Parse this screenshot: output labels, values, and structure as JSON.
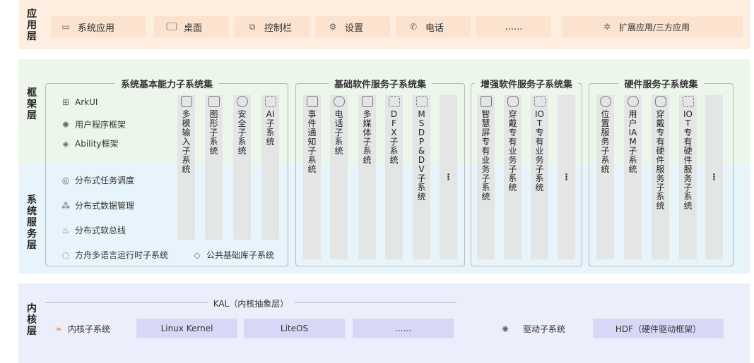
{
  "app_layer": {
    "label": "应用层",
    "items": [
      {
        "icon": "system-app-icon",
        "glyph": "▭",
        "label": "系统应用"
      },
      {
        "icon": "desktop-icon",
        "glyph": "🖵",
        "label": "桌面"
      },
      {
        "icon": "control-bar-icon",
        "glyph": "⧉",
        "label": "控制栏"
      },
      {
        "icon": "settings-icon",
        "glyph": "⚙",
        "label": "设置"
      },
      {
        "icon": "phone-icon",
        "glyph": "✆",
        "label": "电话"
      },
      {
        "icon": "",
        "glyph": "",
        "label": "......"
      }
    ],
    "extended": {
      "icon": "puzzle-icon",
      "glyph": "✲",
      "label": "扩展应用/三方应用"
    }
  },
  "framework_layer": {
    "label": "框架层"
  },
  "service_layer": {
    "label": "系统服务层"
  },
  "kernel_layer": {
    "label": "内核层",
    "kal": "KAL（内核抽象层）",
    "kernel_subsystem": {
      "icon": "kernel-icon",
      "glyph": "❧",
      "label": "内核子系统"
    },
    "kernels": [
      "Linux Kernel",
      "LiteOS",
      "......"
    ],
    "driver_subsystem": {
      "icon": "driver-icon",
      "glyph": "✺",
      "label": "驱动子系统"
    },
    "hdf": "HDF（硬件驱动框架）"
  },
  "basic_capability": {
    "title": "系统基本能力子系统集",
    "framework_items": [
      {
        "icon": "arkui-icon",
        "glyph": "⊞",
        "label": "ArkUI"
      },
      {
        "icon": "user-program-framework-icon",
        "glyph": "✺",
        "label": "用户程序框架"
      },
      {
        "icon": "ability-framework-icon",
        "glyph": "◈",
        "label": "Ability框架"
      }
    ],
    "service_items": [
      {
        "icon": "distributed-task-icon",
        "glyph": "◎",
        "label": "分布式任务调度"
      },
      {
        "icon": "distributed-data-icon",
        "glyph": "⁂",
        "label": "分布式数据管理"
      },
      {
        "icon": "soft-bus-icon",
        "glyph": "♨",
        "label": "分布式软总线"
      }
    ],
    "runtime": {
      "icon": "runtime-icon",
      "glyph": "◌",
      "label": "方舟多语言运行时子系统"
    },
    "common_lib": {
      "icon": "common-lib-icon",
      "glyph": "◇",
      "label": "公共基础库子系统"
    },
    "columns": [
      "多模输入子系统",
      "图形子系统",
      "安全子系统",
      "AI子系统"
    ]
  },
  "basic_software": {
    "title": "基础软件服务子系统集",
    "columns": [
      "事件通知子系统",
      "电话子系统",
      "多媒体子系统",
      "DFX子系统",
      "MSDP&DV子系统",
      "⋮"
    ]
  },
  "enhanced_software": {
    "title": "增强软件服务子系统集",
    "columns": [
      "智慧屏专有业务子系统",
      "穿戴专有业务子系统",
      "IOT专有业务子系统",
      "⋮"
    ]
  },
  "hardware_service": {
    "title": "硬件服务子系统集",
    "columns": [
      "位置服务子系统",
      "用户IAM子系统",
      "穿戴专有硬件服务子系统",
      "IOT专有硬件服务子系统",
      "⋮"
    ]
  },
  "colors": {
    "app": "#fdeedf",
    "framework": "#ecf6eb",
    "service": "#e8f4fb",
    "kernel": "#eceefb"
  }
}
